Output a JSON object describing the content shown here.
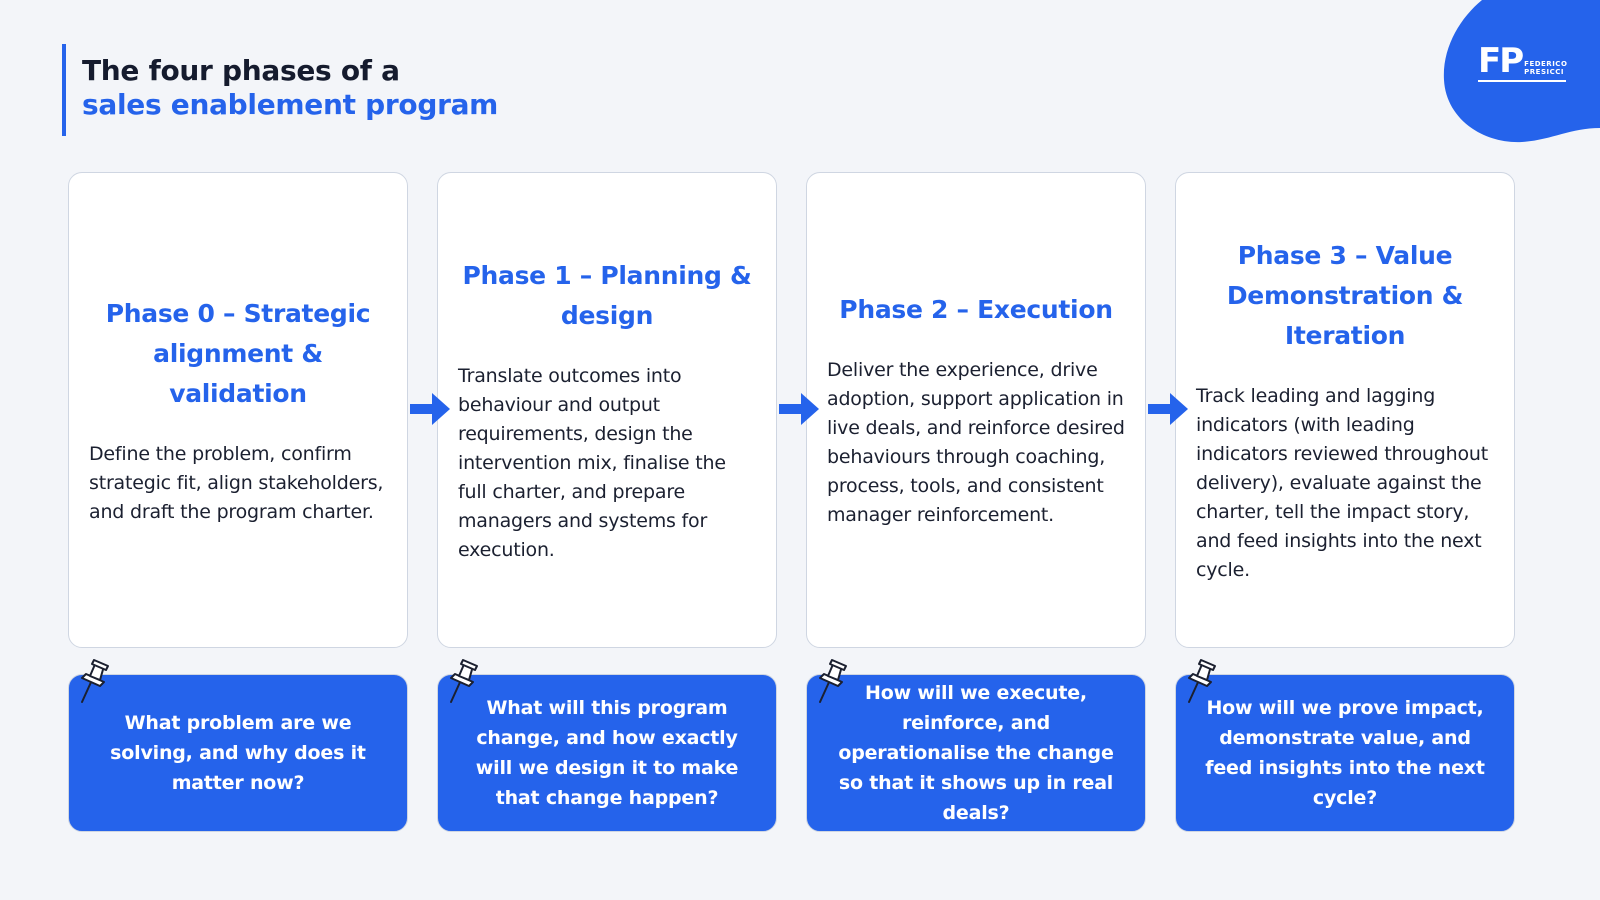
{
  "header": {
    "title_line1": "The four phases of a",
    "title_line2": "sales enablement program"
  },
  "logo": {
    "initials": "FP",
    "name_line1": "FEDERICO",
    "name_line2": "PRESICCI"
  },
  "colors": {
    "accent": "#2563eb",
    "background": "#f3f5f9",
    "card": "#ffffff"
  },
  "phases": [
    {
      "title": "Phase 0 – Strategic alignment & validation",
      "body": "Define the problem, confirm strategic fit, align stakeholders, and draft the program charter.",
      "question": "What problem are we solving, and why does it matter now?"
    },
    {
      "title": "Phase 1 – Planning & design",
      "body": "Translate outcomes into behaviour and output requirements, design the intervention mix, finalise the full charter, and prepare managers and systems for execution.",
      "question": "What will this program change, and how exactly will we design it to make that change happen?"
    },
    {
      "title": "Phase 2 – Execution",
      "body": "Deliver the experience, drive adoption, support application in live deals, and reinforce desired behaviours through coaching, process, tools, and consistent manager reinforcement.",
      "question": "How will we execute, reinforce, and operationalise the change so that it shows up in real deals?"
    },
    {
      "title": "Phase 3 – Value Demonstration & Iteration",
      "body": "Track leading and lagging indicators (with leading indicators reviewed throughout delivery), evaluate against the charter, tell the impact story, and feed insights into the next cycle.",
      "question": "How will we prove impact, demonstrate value, and feed insights into the next cycle?"
    }
  ],
  "icons": {
    "arrow": "arrow-right-icon",
    "pin": "pushpin-icon"
  }
}
